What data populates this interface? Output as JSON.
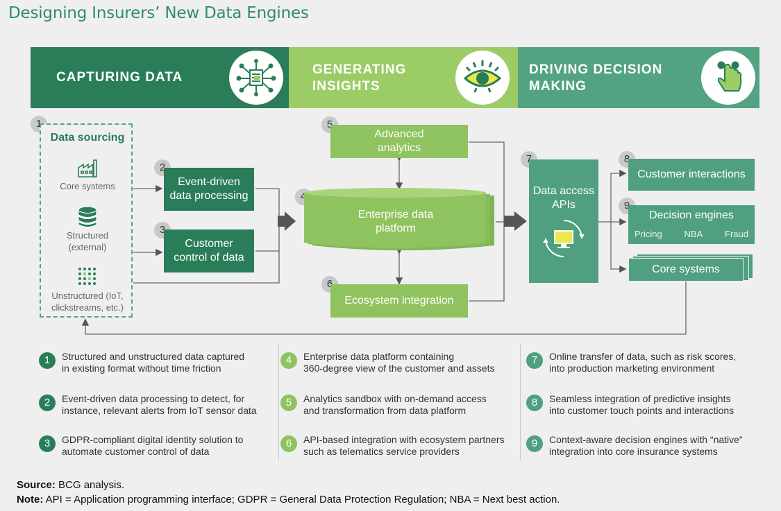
{
  "title": "Designing Insurers’ New Data Engines",
  "banner": {
    "capturing": "CAPTURING DATA",
    "generating_1": "GENERATING",
    "generating_2": "INSIGHTS",
    "driving_1": "DRIVING DECISION",
    "driving_2": "MAKING",
    "icons": [
      "data-network-icon",
      "eye-icon",
      "touch-hand-icon"
    ]
  },
  "sourcing": {
    "num": "1",
    "title": "Data sourcing",
    "items": [
      "Core systems",
      "Structured",
      "(external)",
      "Unstructured (IoT,",
      "clickstreams, etc.)"
    ]
  },
  "boxes": {
    "b2": {
      "num": "2",
      "line1": "Event-driven",
      "line2": "data processing"
    },
    "b3": {
      "num": "3",
      "line1": "Customer",
      "line2": "control of data"
    },
    "b4": {
      "num": "4",
      "line1": "Enterprise data",
      "line2": "platform"
    },
    "b5": {
      "num": "5",
      "line1": "Advanced",
      "line2": "analytics"
    },
    "b6": {
      "num": "6",
      "line1": "Ecosystem integration"
    },
    "b7": {
      "num": "7",
      "line1": "Data access",
      "line2": "APIs"
    },
    "b8": {
      "num": "8",
      "line1": "Customer interactions"
    },
    "b9": {
      "num": "9",
      "line1": "Decision engines",
      "sub": [
        "Pricing",
        "NBA",
        "Fraud"
      ]
    },
    "core": {
      "line1": "Core systems"
    }
  },
  "legend": [
    {
      "num": "1",
      "l1": "Structured and unstructured data captured",
      "l2": "in existing format without time friction"
    },
    {
      "num": "2",
      "l1": "Event-driven data processing to detect, for",
      "l2": "instance, relevant alerts from IoT sensor data"
    },
    {
      "num": "3",
      "l1": "GDPR-compliant digital identity solution to",
      "l2": "automate customer control of data"
    },
    {
      "num": "4",
      "l1": "Enterprise data platform containing",
      "l2": "360-degree view of the customer and assets"
    },
    {
      "num": "5",
      "l1": "Analytics sandbox with on-demand access",
      "l2": "and transformation from data platform"
    },
    {
      "num": "6",
      "l1": "API-based integration with ecosystem partners",
      "l2": "such as telematics service providers"
    },
    {
      "num": "7",
      "l1": "Online transfer of data, such as risk scores,",
      "l2": "into production marketing environment"
    },
    {
      "num": "8",
      "l1": "Seamless integration of predictive insights",
      "l2": "into customer touch points and interactions"
    },
    {
      "num": "9",
      "l1": "Context-aware decision engines with “native”",
      "l2": "integration into core insurance systems"
    }
  ],
  "footer": {
    "source_label": "Source:",
    "source_text": " BCG analysis.",
    "note_label": "Note:",
    "note_text": " API = Application programming interface; GDPR = General Data Protection Regulation; NBA = Next best action."
  },
  "colors": {
    "dark": "#2a7d59",
    "light": "#8fc35f",
    "teal": "#4f9f80",
    "title": "#2f8d62"
  }
}
